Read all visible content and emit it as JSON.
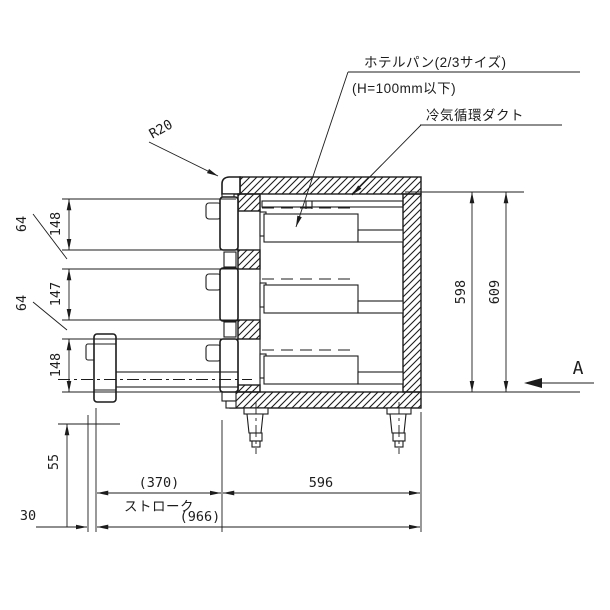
{
  "drawing": {
    "annotations": {
      "hotel_pan_label": "ホテルパン(2/3サイズ)",
      "hotel_pan_sub": "(H=100mm以下)",
      "duct_label": "冷気循環ダクト",
      "corner_radius": "R20",
      "view_arrow": "A"
    },
    "dims": {
      "bay_gap_top": "64",
      "bay1_height": "148",
      "bay_gap_mid": "64",
      "bay2_height": "147",
      "bay3_height": "148",
      "leg_clearance": "55",
      "front_offset": "30",
      "stroke_value": "(370)",
      "stroke_label": "ストローク",
      "body_depth": "596",
      "total_depth": "(966)",
      "inner_height": "598",
      "outer_height": "609"
    },
    "colors": {
      "line": "#1c1c1c",
      "background": "#ffffff"
    }
  }
}
